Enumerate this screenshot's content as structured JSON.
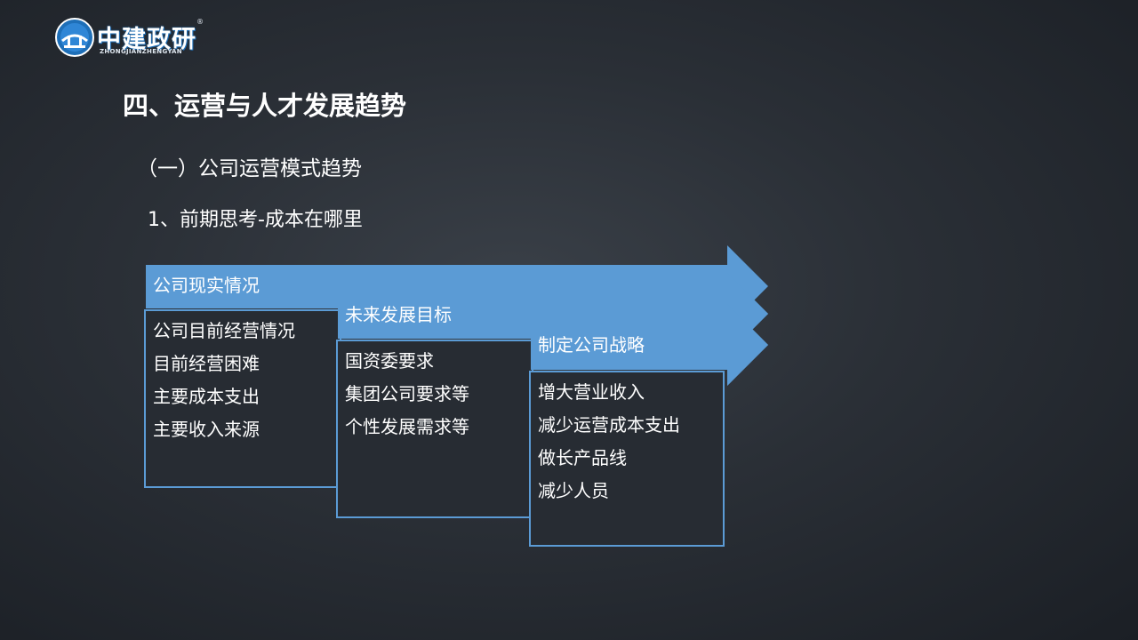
{
  "logo": {
    "name": "中建政研",
    "registered": "®",
    "subtitle": "ZHONGJIANZHENGYAN"
  },
  "title": "四、运营与人才发展趋势",
  "subtitle": "（一）公司运营模式趋势",
  "section": "1、前期思考-成本在哪里",
  "colors": {
    "arrow": "#5b9bd5",
    "box_bg": "#272c33",
    "box_border": "#5b9bd5"
  },
  "steps": [
    {
      "label": "公司现实情况",
      "items": [
        "公司目前经营情况",
        "目前经营困难",
        "主要成本支出",
        "主要收入来源"
      ]
    },
    {
      "label": "未来发展目标",
      "items": [
        "国资委要求",
        "集团公司要求等",
        "个性发展需求等"
      ]
    },
    {
      "label": "制定公司战略",
      "items": [
        "增大营业收入",
        "减少运营成本支出",
        "做长产品线",
        "减少人员"
      ]
    }
  ]
}
